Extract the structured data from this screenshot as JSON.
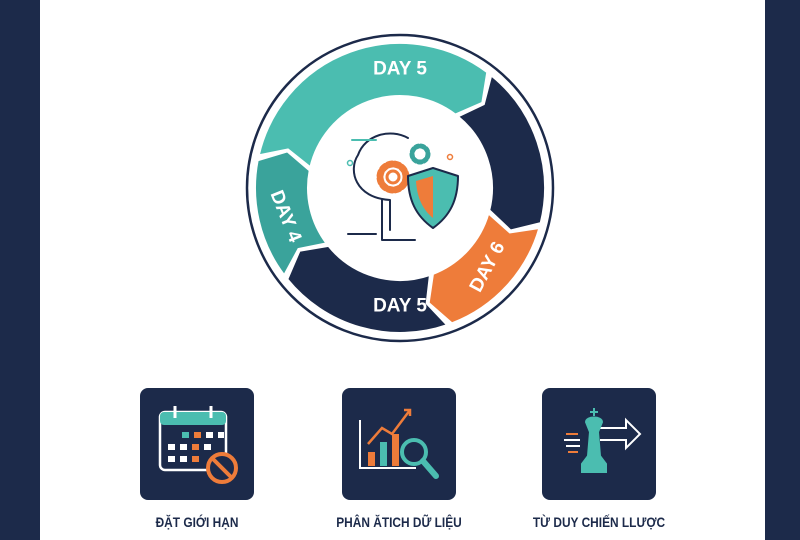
{
  "colors": {
    "navy": "#1c2a4a",
    "teal": "#4bbdb0",
    "teal_dark": "#3aa39b",
    "orange": "#ee7c3a"
  },
  "cycle": {
    "center_icon": "head-gears-shield-icon",
    "segments": [
      {
        "label": "DAY 5",
        "color": "#4bbdb0"
      },
      {
        "label": "",
        "color": "#1c2a4a"
      },
      {
        "label": "DAY 6",
        "color": "#ee7c3a"
      },
      {
        "label": "DAY 5",
        "color": "#1c2a4a"
      },
      {
        "label": "DAY 4",
        "color": "#3aa39b"
      }
    ]
  },
  "features": [
    {
      "label": "ĐẶT GIỚI HẠN",
      "icon": "calendar-block-icon"
    },
    {
      "label": "PHÂN ĂTICH DỮ LIỆU",
      "icon": "chart-magnifier-icon"
    },
    {
      "label": "TỪ DUY CHIẾN LLƯỢC",
      "icon": "chess-king-arrow-icon"
    }
  ]
}
